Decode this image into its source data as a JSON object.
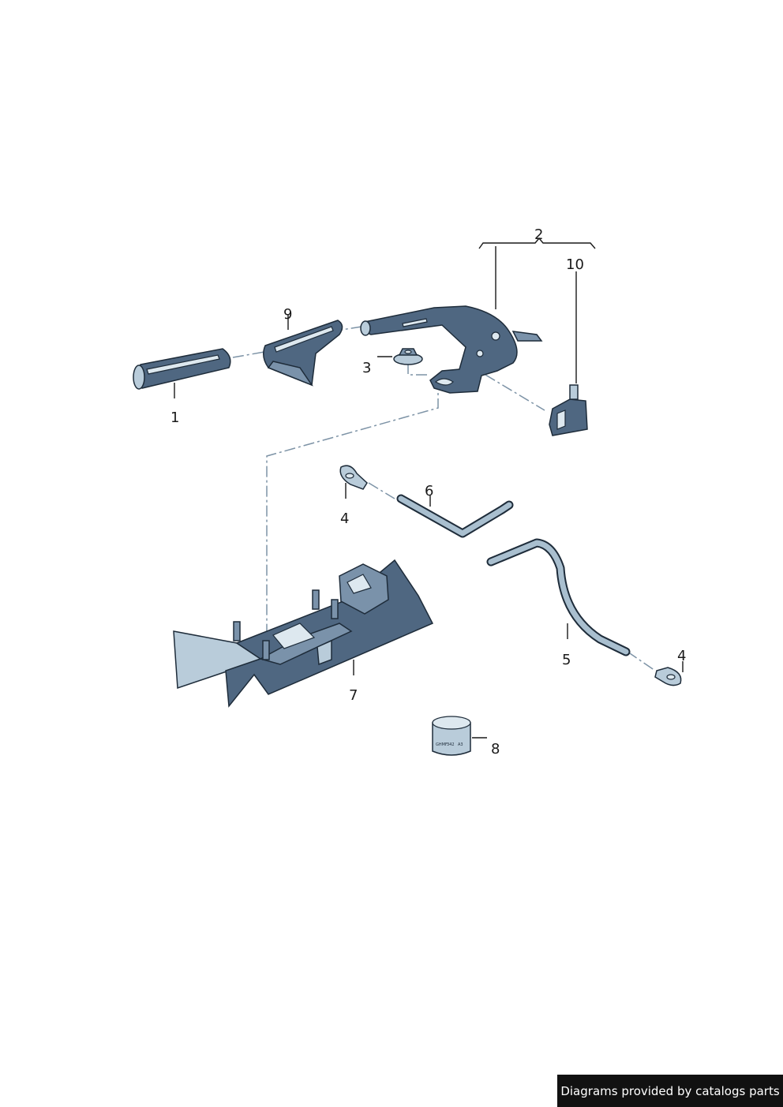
{
  "callouts": {
    "c1": "1",
    "c2": "2",
    "c3": "3",
    "c4a": "4",
    "c4b": "4",
    "c5": "5",
    "c6": "6",
    "c7": "7",
    "c8": "8",
    "c9": "9",
    "c10": "10"
  },
  "label8": {
    "line1": "GHMF",
    "line2": "342",
    "line3": "A3"
  },
  "credit": "Diagrams provided by catalogs parts",
  "colors": {
    "part_dark": "#4f6781",
    "part_light": "#b9ccda",
    "credit_bg": "#111111"
  }
}
